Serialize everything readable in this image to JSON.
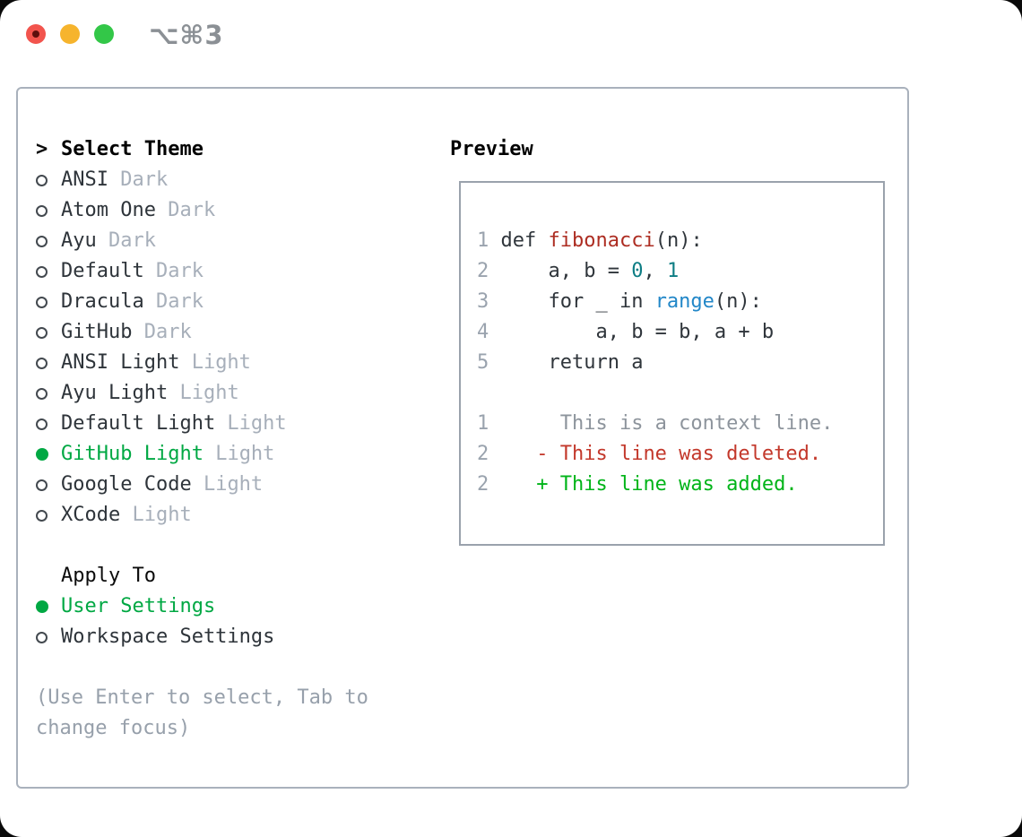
{
  "window": {
    "title": "⌥⌘3"
  },
  "titlebar_icons": {
    "close": "#f2544d",
    "minimize": "#f6b42d",
    "zoom": "#33c748"
  },
  "select_theme": {
    "prompt": ">",
    "header": "Select Theme",
    "items": [
      {
        "label": "ANSI",
        "tag": "Dark",
        "selected": false
      },
      {
        "label": "Atom One",
        "tag": "Dark",
        "selected": false
      },
      {
        "label": "Ayu",
        "tag": "Dark",
        "selected": false
      },
      {
        "label": "Default",
        "tag": "Dark",
        "selected": false
      },
      {
        "label": "Dracula",
        "tag": "Dark",
        "selected": false
      },
      {
        "label": "GitHub",
        "tag": "Dark",
        "selected": false
      },
      {
        "label": "ANSI Light",
        "tag": "Light",
        "selected": false
      },
      {
        "label": "Ayu Light",
        "tag": "Light",
        "selected": false
      },
      {
        "label": "Default Light",
        "tag": "Light",
        "selected": false
      },
      {
        "label": "GitHub Light",
        "tag": "Light",
        "selected": true
      },
      {
        "label": "Google Code",
        "tag": "Light",
        "selected": false
      },
      {
        "label": "XCode",
        "tag": "Light",
        "selected": false
      }
    ]
  },
  "apply_to": {
    "header": "Apply To",
    "items": [
      {
        "label": "User Settings",
        "selected": true
      },
      {
        "label": "Workspace Settings",
        "selected": false
      }
    ]
  },
  "help_text": "(Use Enter to select, Tab to change focus)",
  "preview": {
    "header": "Preview",
    "code_lines": [
      {
        "number": "1",
        "segments": [
          {
            "text": "def ",
            "style": "plain"
          },
          {
            "text": "fibonacci",
            "style": "function"
          },
          {
            "text": "(n):",
            "style": "plain"
          }
        ]
      },
      {
        "number": "2",
        "segments": [
          {
            "text": "    a, b = ",
            "style": "plain"
          },
          {
            "text": "0",
            "style": "number"
          },
          {
            "text": ", ",
            "style": "plain"
          },
          {
            "text": "1",
            "style": "number"
          }
        ]
      },
      {
        "number": "3",
        "segments": [
          {
            "text": "    for _ in ",
            "style": "plain"
          },
          {
            "text": "range",
            "style": "builtin"
          },
          {
            "text": "(n):",
            "style": "plain"
          }
        ]
      },
      {
        "number": "4",
        "segments": [
          {
            "text": "        a, b = b, a + b",
            "style": "plain"
          }
        ]
      },
      {
        "number": "5",
        "segments": [
          {
            "text": "    return a",
            "style": "plain"
          }
        ]
      }
    ],
    "diff_lines": [
      {
        "number": "1",
        "marker": " ",
        "text": "This is a context line.",
        "type": "context"
      },
      {
        "number": "2",
        "marker": "-",
        "text": "This line was deleted.",
        "type": "deleted"
      },
      {
        "number": "2",
        "marker": "+",
        "text": "This line was added.",
        "type": "added"
      }
    ]
  },
  "colors": {
    "accent_green": "#00a843",
    "diff_added": "#00b418",
    "diff_deleted": "#c3382b",
    "diff_context": "#8d949c",
    "syntax_function": "#ad2d22",
    "syntax_number": "#0d7d84",
    "syntax_builtin": "#2287c8",
    "panel_border": "#a9b1bc",
    "muted_text": "#a7afba"
  }
}
